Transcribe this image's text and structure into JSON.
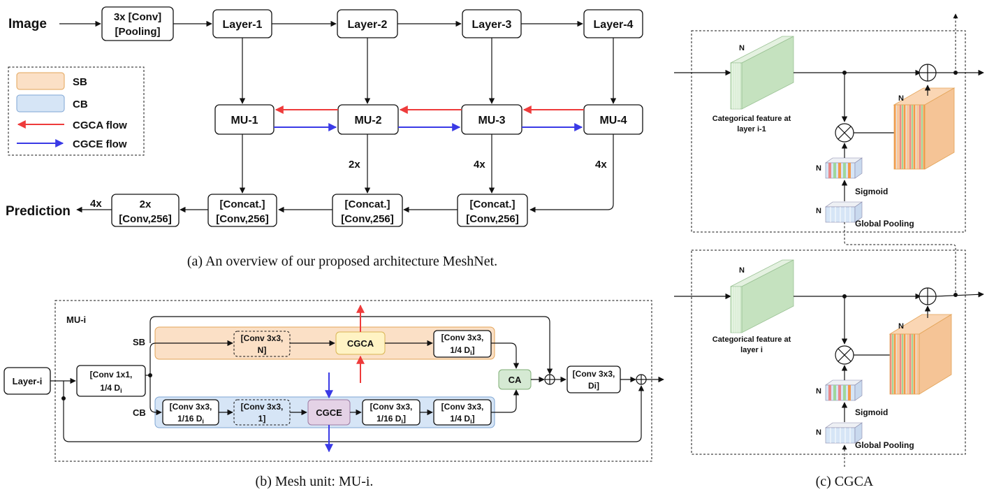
{
  "panel_a": {
    "image_label": "Image",
    "stem_line1": "3x [Conv]",
    "stem_line2": "[Pooling]",
    "layers": [
      "Layer-1",
      "Layer-2",
      "Layer-3",
      "Layer-4"
    ],
    "mus": [
      "MU-1",
      "MU-2",
      "MU-3",
      "MU-4"
    ],
    "concat_line1": "[Concat.]",
    "concat_line2": "[Conv,256]",
    "head_line1": "2x",
    "head_line2": "[Conv,256]",
    "prediction": "Prediction",
    "scales": [
      "2x",
      "4x",
      "4x",
      "4x"
    ],
    "legend": {
      "sb": "SB",
      "cb": "CB",
      "cgca": "CGCA flow",
      "cgce": "CGCE flow"
    },
    "caption": "(a) An overview of our proposed architecture MeshNet."
  },
  "panel_b": {
    "title": "MU-i",
    "layer_input": "Layer-i",
    "conv1x1_l1": "[Conv 1x1,",
    "conv1x1_l2": "1/4 D",
    "sb_label": "SB",
    "cb_label": "CB",
    "sb_conv_a_l1": "[Conv 3x3,",
    "sb_conv_a_l2": "N]",
    "cgca": "CGCA",
    "sb_conv_b_l1": "[Conv 3x3,",
    "sb_conv_b_l2": "1/4 D",
    "cb_conv_a_l1": "[Conv 3x3,",
    "cb_conv_a_l2": "1/16 D",
    "cb_conv_b_l1": "[Conv 3x3,",
    "cb_conv_b_l2": "1]",
    "cgce": "CGCE",
    "cb_conv_c_l1": "[Conv 3x3,",
    "cb_conv_c_l2": "1/16 D",
    "cb_conv_d_l1": "[Conv 3x3,",
    "cb_conv_d_l2": "1/4 D",
    "ca": "CA",
    "out_conv_l1": "[Conv 3x3,",
    "out_conv_l2": "Di]",
    "sub_i": "i",
    "caption": "(b) Mesh unit: MU-i."
  },
  "panel_c": {
    "n": "N",
    "feat_top_l1": "Categorical feature at",
    "feat_top_l2": "layer i-1",
    "feat_bot_l1": "Categorical feature at",
    "feat_bot_l2": "layer i",
    "sigmoid": "Sigmoid",
    "global_pooling": "Global Pooling",
    "caption": "(c) CGCA"
  },
  "colors": {
    "sb_fill": "#fbe0c6",
    "sb_stroke": "#e3a458",
    "cb_fill": "#d6e5f6",
    "cb_stroke": "#7fa6d4",
    "cgca_fill": "#fff3c4",
    "cgca_stroke": "#d9b553",
    "cgce_fill": "#e4d2e6",
    "cgce_stroke": "#9d7aa2",
    "ca_fill": "#d5e9d3",
    "ca_stroke": "#7fae75",
    "red": "#ee3b3b",
    "blue": "#3a3ae6"
  }
}
